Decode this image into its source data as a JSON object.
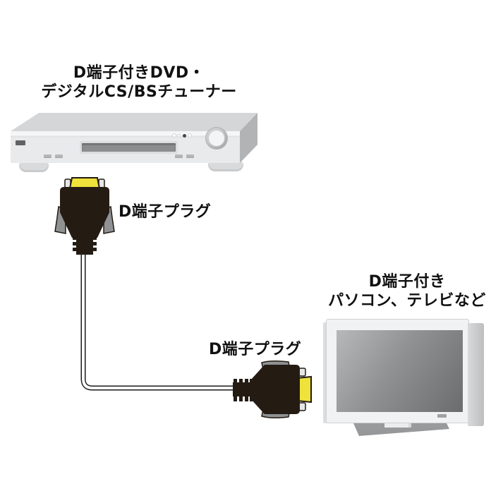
{
  "diagram": {
    "source_device": {
      "label_line1": "D端子付きDVD・",
      "label_line2": "デジタルCS/BSチューナー"
    },
    "cable": {
      "connector_top_label": "D端子プラグ",
      "connector_bottom_label": "D端子プラグ"
    },
    "target_device": {
      "label_line1": "D端子付き",
      "label_line2": "パソコン、テレビなど"
    },
    "colors": {
      "connector_tip_yellow": "#efe23b",
      "plug_body_dark": "#241b13",
      "grip_gray": "#8f9193",
      "device_front_gray": "#e9eaec",
      "device_top_gray": "#d5d6d8",
      "device_side_gray": "#b2b3b5",
      "screen_gradient_start": "#b6b8ba",
      "screen_gradient_end": "#6a6c6e",
      "cable_outline": "#1a1a1a",
      "label_text": "#111111",
      "background": "#ffffff"
    }
  }
}
